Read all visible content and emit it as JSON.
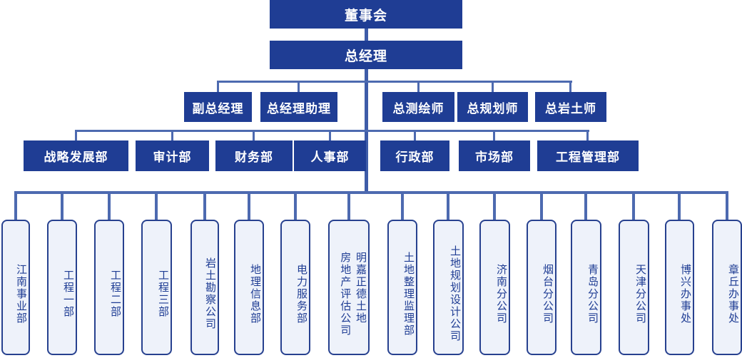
{
  "org": {
    "board": "董事会",
    "general_manager": "总经理",
    "executives": [
      "副总经理",
      "总经理助理",
      "总测绘师",
      "总规划师",
      "总岩土师"
    ],
    "departments": [
      "战略发展部",
      "审计部",
      "财务部",
      "人事部",
      "行政部",
      "市场部",
      "工程管理部"
    ],
    "units": [
      "江南事业部",
      "工程一部",
      "工程二部",
      "工程三部",
      "岩土勘察公司",
      "地理信息部",
      "电力服务部",
      "明嘉正德土地\n房地产评估公司",
      "土地整理监理部",
      "土地规划设计公司",
      "济南分公司",
      "烟台分公司",
      "青岛分公司",
      "天津分公司",
      "博兴办事处",
      "章丘办事处"
    ]
  },
  "colors": {
    "node_fill": "#1f3d94",
    "node_text": "#ffffff",
    "connector": "#4d6ab0",
    "trunk": "#3e5ca8",
    "unit_fill": "#eef2fa",
    "unit_border": "#27418f",
    "unit_text": "#1f3d94"
  }
}
